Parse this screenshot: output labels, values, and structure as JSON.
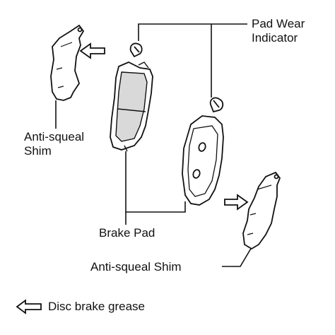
{
  "labels": {
    "pad_wear_line1": "Pad Wear",
    "pad_wear_line2": "Indicator",
    "anti_squeal_top_line1": "Anti-squeal",
    "anti_squeal_top_line2": "Shim",
    "brake_pad": "Brake Pad",
    "anti_squeal_bottom": "Anti-squeal Shim",
    "legend_text": "Disc brake grease"
  },
  "icons": {
    "legend_arrow": "hollow-arrow-left-icon"
  },
  "colors": {
    "stroke": "#111111",
    "pad_fill": "#d9d9d9",
    "background": "#ffffff"
  }
}
